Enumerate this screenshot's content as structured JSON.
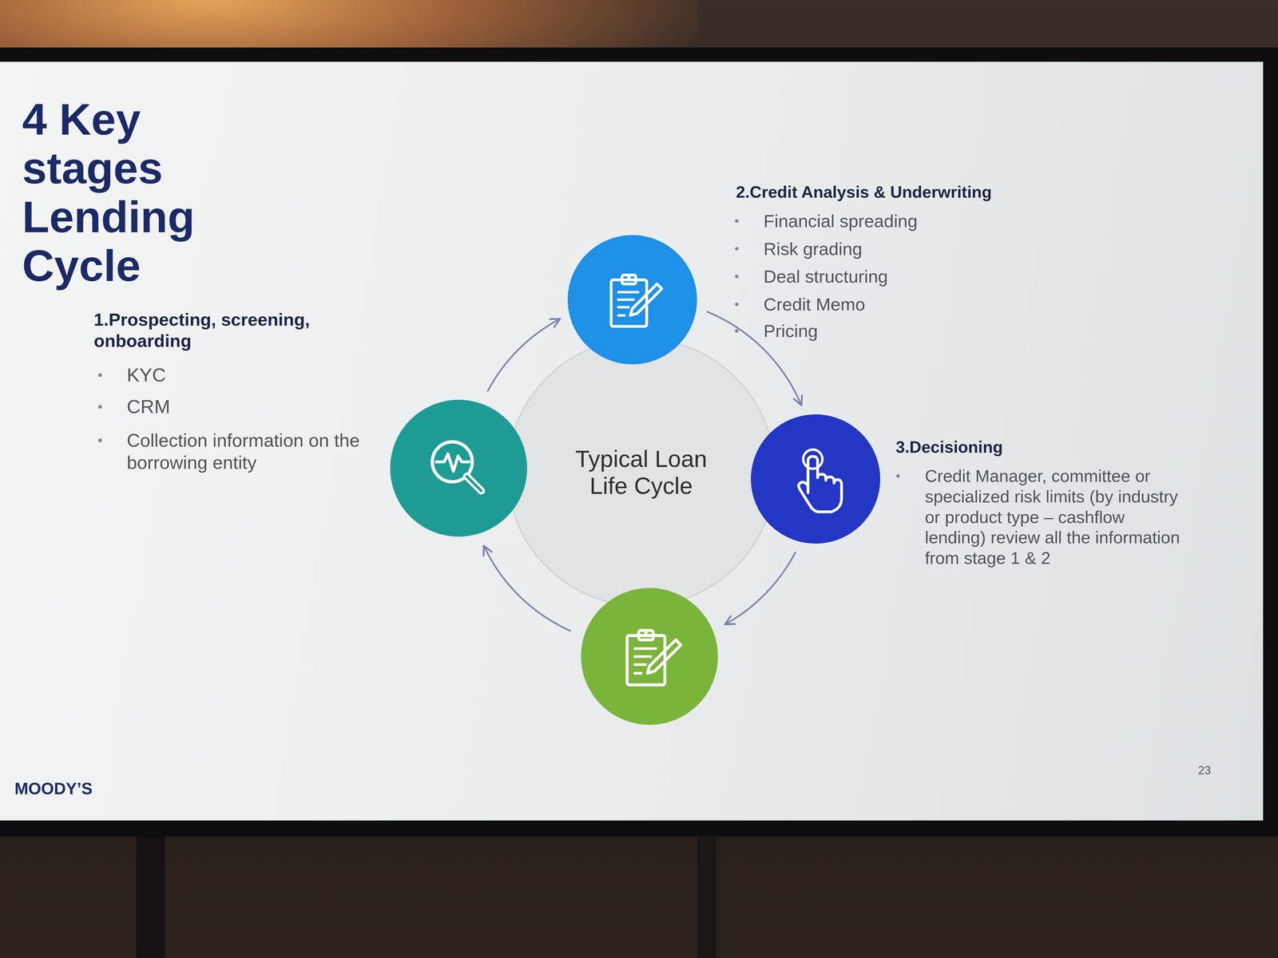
{
  "diagram": {
    "title": "4 Key stages Lending Cycle",
    "nodes": [
      {
        "text": [
          "1.Prospecting, screening, onboarding",
          "KYC",
          "CRM",
          "Collection information on the borrowing entity"
        ]
      },
      {
        "text": [
          "2.Credit Analysis & Underwriting",
          "Financial spreading",
          "Risk grading",
          "Deal structuring",
          "Credit Memo",
          "Pricing"
        ]
      },
      {
        "text": [
          "Typical Loan Life Cycle"
        ]
      },
      {
        "text": [
          "3.Decisioning",
          "Credit Manager, committee or specialized risk limits (by industry or product type – cashflow lending) review all the information from stage 1 & 2"
        ]
      },
      {
        "text": []
      }
    ],
    "edges": [
      {
        "from": 0,
        "to": 1,
        "arrow": "to"
      },
      {
        "from": 1,
        "to": 3,
        "arrow": "to"
      },
      {
        "from": 3,
        "to": 4,
        "arrow": "to"
      },
      {
        "from": 4,
        "to": 0,
        "arrow": "to"
      }
    ],
    "labels": [
      "MOODY’S",
      "23"
    ]
  }
}
